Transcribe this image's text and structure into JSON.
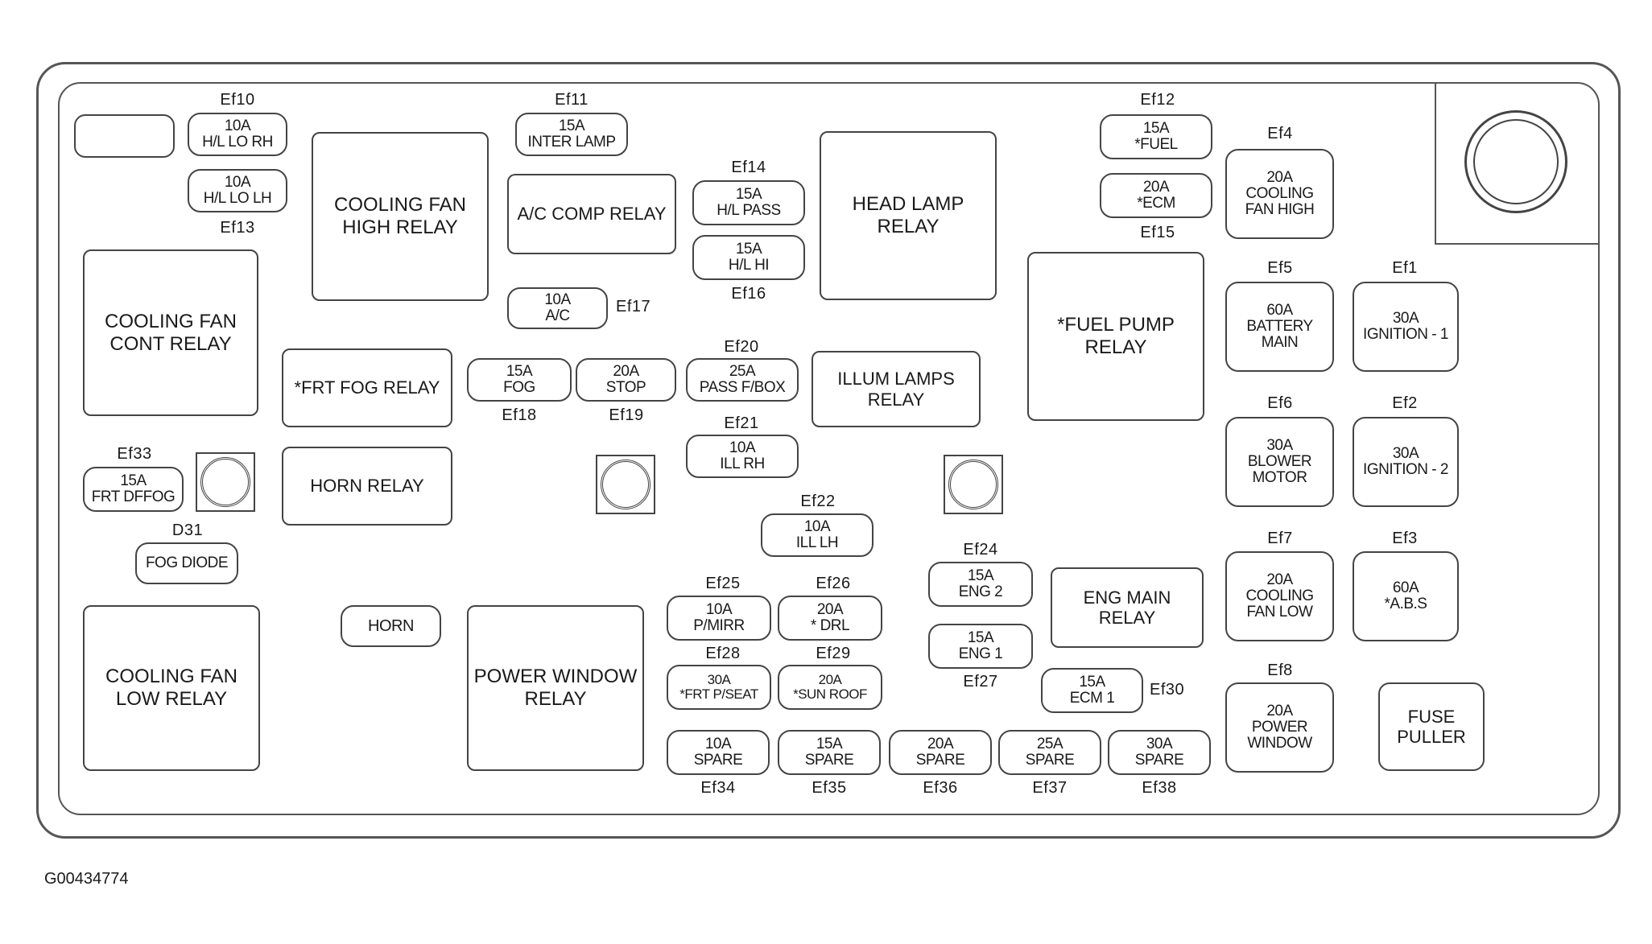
{
  "figure_id": "G00434774",
  "relays": {
    "cooling_fan_high": "COOLING FAN\nHIGH RELAY",
    "ac_comp": "A/C COMP RELAY",
    "head_lamp": "HEAD LAMP\nRELAY",
    "cooling_fan_cont": "COOLING FAN\nCONT RELAY",
    "frt_fog": "*FRT FOG RELAY",
    "horn_relay": "HORN RELAY",
    "illum_lamps": "ILLUM LAMPS\nRELAY",
    "fuel_pump": "*FUEL PUMP\nRELAY",
    "eng_main": "ENG MAIN\nRELAY",
    "cooling_fan_low": "COOLING FAN\nLOW RELAY",
    "power_window": "POWER WINDOW\nRELAY",
    "fuse_puller": "FUSE\nPULLER"
  },
  "components": {
    "horn": "HORN",
    "fog_diode": "FOG DIODE",
    "fog_diode_id": "D31"
  },
  "fuses": {
    "ef10": {
      "id": "Ef10",
      "text": "10A\nH/L LO RH"
    },
    "ef13": {
      "id": "Ef13",
      "text": "10A\nH/L LO LH"
    },
    "ef11": {
      "id": "Ef11",
      "text": "15A\nINTER LAMP"
    },
    "ef14": {
      "id": "Ef14",
      "text": "15A\nH/L PASS"
    },
    "ef16": {
      "id": "Ef16",
      "text": "15A\nH/L HI"
    },
    "ef17": {
      "id": "Ef17",
      "text": "10A\nA/C"
    },
    "ef12": {
      "id": "Ef12",
      "text": "15A\n*FUEL"
    },
    "ef15": {
      "id": "Ef15",
      "text": "20A\n*ECM"
    },
    "ef4": {
      "id": "Ef4",
      "text": "20A\nCOOLING\nFAN HIGH"
    },
    "ef5": {
      "id": "Ef5",
      "text": "60A\nBATTERY\nMAIN"
    },
    "ef1": {
      "id": "Ef1",
      "text": "30A\nIGNITION - 1"
    },
    "ef6": {
      "id": "Ef6",
      "text": "30A\nBLOWER\nMOTOR"
    },
    "ef2": {
      "id": "Ef2",
      "text": "30A\nIGNITION - 2"
    },
    "ef7": {
      "id": "Ef7",
      "text": "20A\nCOOLING\nFAN LOW"
    },
    "ef3": {
      "id": "Ef3",
      "text": "60A\n*A.B.S"
    },
    "ef8": {
      "id": "Ef8",
      "text": "20A\nPOWER\nWINDOW"
    },
    "ef18": {
      "id": "Ef18",
      "text": "15A\nFOG"
    },
    "ef19": {
      "id": "Ef19",
      "text": "20A\nSTOP"
    },
    "ef20": {
      "id": "Ef20",
      "text": "25A\nPASS F/BOX"
    },
    "ef21": {
      "id": "Ef21",
      "text": "10A\nILL RH"
    },
    "ef22": {
      "id": "Ef22",
      "text": "10A\nILL LH"
    },
    "ef33": {
      "id": "Ef33",
      "text": "15A\nFRT DFFOG"
    },
    "ef24": {
      "id": "Ef24",
      "text": "15A\nENG 2"
    },
    "ef27": {
      "id": "Ef27",
      "text": "15A\nENG 1"
    },
    "ef30": {
      "id": "Ef30",
      "text": "15A\nECM 1"
    },
    "ef25": {
      "id": "Ef25",
      "text": "10A\nP/MIRR"
    },
    "ef26": {
      "id": "Ef26",
      "text": "20A\n* DRL"
    },
    "ef28": {
      "id": "Ef28",
      "text": "30A\n*FRT P/SEAT"
    },
    "ef29": {
      "id": "Ef29",
      "text": "20A\n*SUN ROOF"
    },
    "ef34": {
      "id": "Ef34",
      "text": "10A\nSPARE"
    },
    "ef35": {
      "id": "Ef35",
      "text": "15A\nSPARE"
    },
    "ef36": {
      "id": "Ef36",
      "text": "20A\nSPARE"
    },
    "ef37": {
      "id": "Ef37",
      "text": "25A\nSPARE"
    },
    "ef38": {
      "id": "Ef38",
      "text": "30A\nSPARE"
    }
  }
}
